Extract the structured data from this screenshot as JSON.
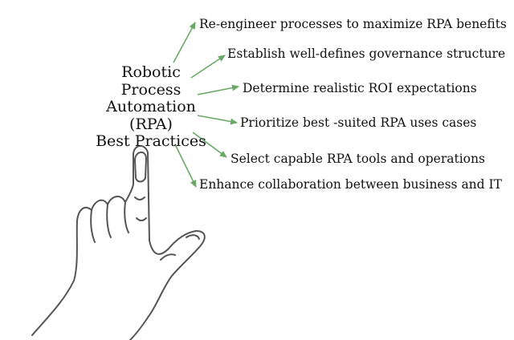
{
  "diagram": {
    "title_lines": [
      "Robotic",
      "Process",
      "Automation",
      "(RPA)",
      "Best Practices"
    ],
    "items": [
      "Re-engineer processes to maximize RPA benefits",
      "Establish well-defines governance structure",
      "Determine realistic ROI expectations",
      "Prioritize best -suited RPA uses cases",
      "Select capable RPA tools and operations",
      "Enhance collaboration between business and IT"
    ],
    "arrow_color": "#6aa866",
    "text_color": "#111111",
    "hand_stroke_color": "#555555"
  }
}
